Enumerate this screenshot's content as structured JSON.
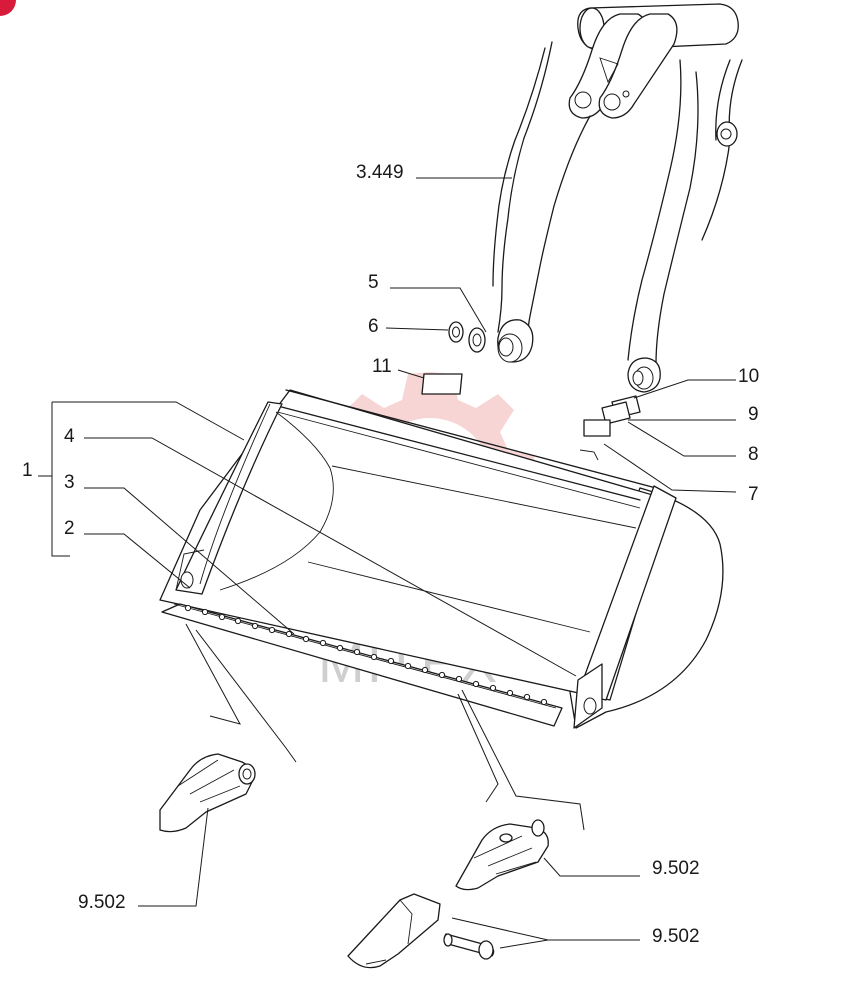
{
  "watermark": {
    "text": "MITEX",
    "color": "#f3b3b3"
  },
  "corner_badge": {
    "color": "#d81b3a"
  },
  "callouts": {
    "arm": "3.449",
    "c1": "1",
    "c2": "2",
    "c3": "3",
    "c4": "4",
    "c5": "5",
    "c6": "6",
    "c7": "7",
    "c8": "8",
    "c9": "9",
    "c10": "10",
    "c11": "11",
    "tooth_left": "9.502",
    "tooth_right": "9.502",
    "tooth_bottom": "9.502"
  }
}
